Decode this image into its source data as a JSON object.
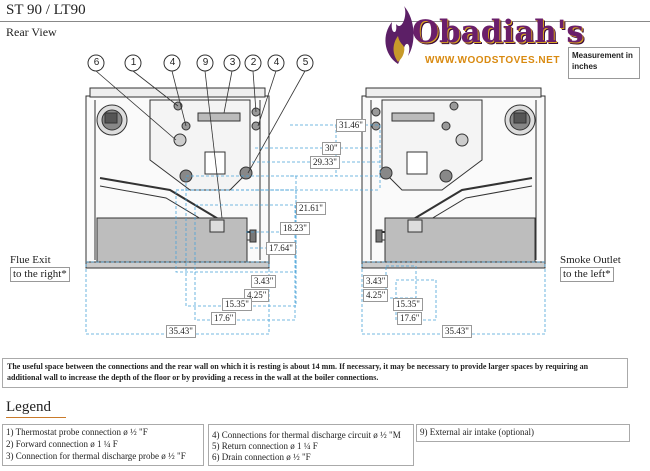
{
  "header": {
    "title": "ST 90 / LT90",
    "subtitle": "Rear View",
    "measurement_note": "Measurement in inches"
  },
  "logo": {
    "name": "Obadiah's",
    "url": "WWW.WOODSTOVES.NET"
  },
  "callouts": [
    "6",
    "1",
    "4",
    "9",
    "3",
    "2",
    "4",
    "5"
  ],
  "dimensions": {
    "d1": "31.46\"",
    "d2": "30\"",
    "d3": "29.33\"",
    "d4": "21.61\"",
    "d5": "18.23\"",
    "d6": "17.64\"",
    "d7": "3.43\"",
    "d8": "4.25\"",
    "d9": "15.35\"",
    "d10": "17.6\"",
    "d11": "35.43\"",
    "r7": "3.43\"",
    "r8": "4.25\"",
    "r9": "15.35\"",
    "r10": "17.6\"",
    "r11": "35.43\""
  },
  "labels": {
    "flue_line1": "Flue Exit",
    "flue_line2": "to the right*",
    "smoke_line1": "Smoke Outlet",
    "smoke_line2": "to the left*"
  },
  "note": "The useful space between the connections and the rear wall on which it is resting is about 14 mm. If necessary, it may be necessary to provide larger spaces by requiring an additional wall to increase the depth of the floor or by providing a recess in the wall at the boiler connections.",
  "legend": {
    "title": "Legend",
    "col1": [
      "1) Thermostat probe connection ø ½ \"F",
      "2) Forward connection ø 1 ¼ F",
      "3) Connection for thermal discharge probe ø ½ \"F"
    ],
    "col2": [
      "4) Connections for thermal discharge circuit ø ½ \"M",
      "5) Return connection ø 1 ¼ F",
      "6) Drain connection ø ½ \"F"
    ],
    "col3": [
      "9) External air intake (optional)"
    ]
  },
  "colors": {
    "logo_purple": "#6a1f6a",
    "logo_gold": "#d98a10",
    "dim_lines": "#4aa3d8",
    "legend_rule": "#c97a2a"
  }
}
